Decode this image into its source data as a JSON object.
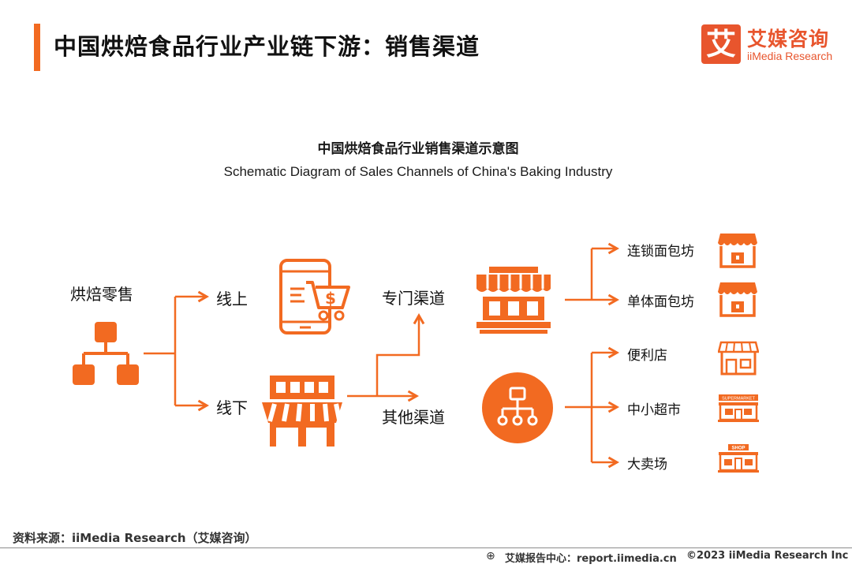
{
  "header": {
    "title": "中国烘焙食品行业产业链下游：销售渠道",
    "logo_mark": "艾",
    "logo_cn": "艾媒咨询",
    "logo_en": "iiMedia Research"
  },
  "diagram": {
    "title_cn": "中国烘焙食品行业销售渠道示意图",
    "title_en": "Schematic Diagram of Sales Channels of China's Baking Industry",
    "root": "烘焙零售",
    "online": "线上",
    "offline": "线下",
    "specialty": "专门渠道",
    "other": "其他渠道",
    "specialty_children": [
      "连锁面包坊",
      "单体面包坊"
    ],
    "other_children": [
      "便利店",
      "中小超市",
      "大卖场"
    ],
    "icon_texts": {
      "supermarket": "SUPERMARKET",
      "shop": "SHOP"
    },
    "accent_color": "#f26a21"
  },
  "footer": {
    "source": "资料来源：iiMedia Research（艾媒咨询）",
    "report": "艾媒报告中心：report.iimedia.cn",
    "copyright": "©2023 iiMedia Research Inc"
  }
}
